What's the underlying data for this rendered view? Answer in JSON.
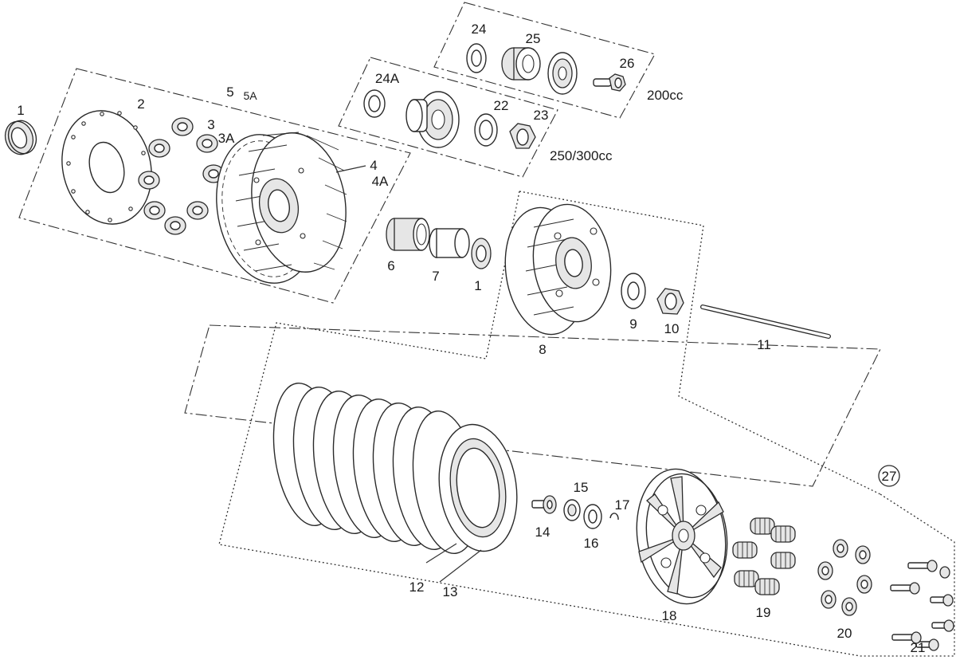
{
  "callouts": {
    "c1a": "1",
    "c2": "2",
    "c3": "3",
    "c3a": "3A",
    "c4": "4",
    "c4a": "4A",
    "c5": "5",
    "c5a": "5A",
    "c6": "6",
    "c7": "7",
    "c1b": "1",
    "c8": "8",
    "c9": "9",
    "c10": "10",
    "c11": "11",
    "c12": "12",
    "c13": "13",
    "c14": "14",
    "c15": "15",
    "c16": "16",
    "c17": "17",
    "c18": "18",
    "c19": "19",
    "c20": "20",
    "c21": "21",
    "c22": "22",
    "c23": "23",
    "c24": "24",
    "c24a": "24A",
    "c25": "25",
    "c26": "26",
    "c27": "27"
  },
  "variants": {
    "small_engine": "200cc",
    "large_engine": "250/300cc"
  },
  "colors": {
    "line": "#2a2a2a",
    "part_fill": "#ffffff",
    "shade": "#e6e6e6",
    "background": "#ffffff"
  }
}
